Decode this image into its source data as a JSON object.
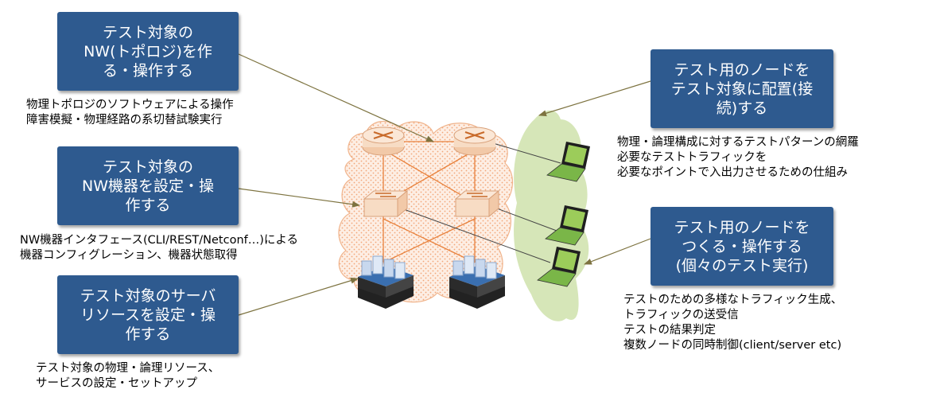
{
  "boxes": {
    "topology": [
      "テスト対象の",
      "NW(トポロジ)を作",
      "る・操作する"
    ],
    "device": [
      "テスト対象の",
      "NW機器を設定・操",
      "作する"
    ],
    "server": [
      "テスト対象のサーバ",
      "リソースを設定・操",
      "作する"
    ],
    "place_node": [
      "テスト用のノードを",
      "テスト対象に配置(接",
      "続)する"
    ],
    "make_node": [
      "テスト用のノードを",
      "つくる・操作する",
      "(個々のテスト実行)"
    ]
  },
  "notes": {
    "topology": [
      "物理トポロジのソフトウェアによる操作",
      "障害模擬・物理経路の系切替試験実行"
    ],
    "device": [
      "NW機器インタフェース(CLI/REST/Netconf…)による",
      "機器コンフィグレーション、機器状態取得"
    ],
    "server": [
      "テスト対象の物理・論理リソース、",
      "サービスの設定・セットアップ"
    ],
    "place_node": [
      "物理・論理構成に対するテストパターンの網羅",
      "必要なテストトラフィックを",
      "必要なポイントで入出力させるための仕組み"
    ],
    "make_node": [
      "テストのための多様なトラフィック生成、",
      "トラフィックの送受信",
      "テストの結果判定",
      "複数ノードの同時制御(client/server etc)"
    ]
  },
  "colors": {
    "box": "#2e5a8f",
    "cloud_fill": "#fbe3d2",
    "cloud_stroke": "#f0b48c",
    "link": "#e8803a",
    "green_zone": "#d6e6b8",
    "arrow": "#7d7340",
    "laptop": "#7ab648"
  },
  "icons": [
    "router-icon",
    "switch-icon",
    "server-stack-icon",
    "laptop-icon"
  ]
}
